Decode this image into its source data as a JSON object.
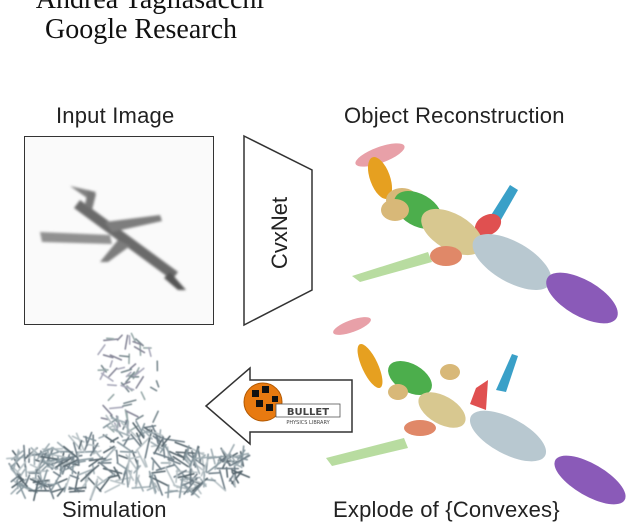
{
  "header": {
    "author": "Andrea Tagliasacchi",
    "affiliation": "Google Research"
  },
  "captions": {
    "input": "Input Image",
    "reconstruction": "Object Reconstruction",
    "simulation": "Simulation",
    "explode": "Explode of {Convexes}"
  },
  "network": {
    "label": "CvxNet"
  },
  "bullet_logo": {
    "title": "BULLET",
    "subtitle": "PHYSICS LIBRARY"
  },
  "colors": {
    "grey_plane": "#8a8a8a",
    "part_pink": "#e8a0a8",
    "part_orange": "#e6a020",
    "part_green": "#4cae4c",
    "part_tan": "#d8b878",
    "part_blue": "#3aa0c8",
    "part_red": "#e05050",
    "part_lightblue": "#b8c8d0",
    "part_purple": "#8a5ab8",
    "part_lightgreen": "#b8dca0",
    "part_salmon": "#e08868",
    "logo_orange": "#e87a10"
  }
}
